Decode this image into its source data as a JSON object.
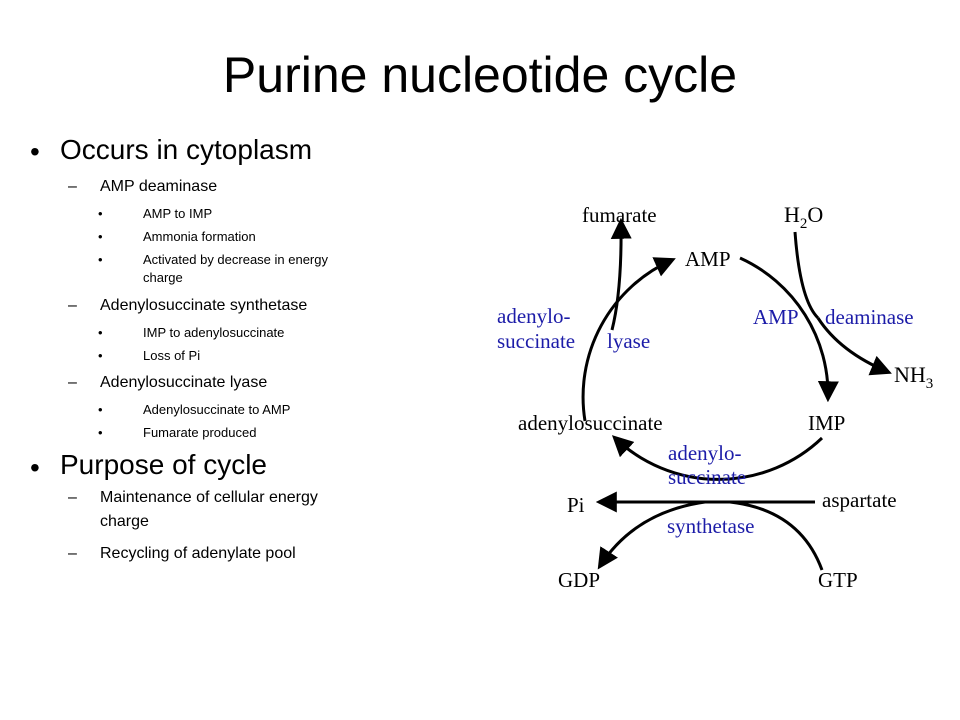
{
  "slide": {
    "title": "Purine nucleotide cycle",
    "bullet_char": "•",
    "dash_char": "–",
    "sections": [
      {
        "label": "Occurs in cytoplasm",
        "items": [
          {
            "label": "AMP deaminase",
            "subitems": [
              "AMP to IMP",
              "Ammonia formation",
              "Activated by decrease in energy",
              "charge"
            ]
          },
          {
            "label": "Adenylosuccinate synthetase",
            "subitems": [
              "IMP to adenylosuccinate",
              "Loss of Pi"
            ]
          },
          {
            "label": "Adenylosuccinate lyase",
            "subitems": [
              "Adenylosuccinate to AMP",
              "Fumarate produced"
            ]
          }
        ]
      },
      {
        "label": "Purpose of cycle",
        "items": [
          {
            "label": "Maintenance of cellular energy",
            "label_cont": "charge"
          },
          {
            "label": "Recycling of adenylate pool"
          }
        ]
      }
    ]
  },
  "diagram": {
    "colors": {
      "black": "#000000",
      "enzyme": "#1c1ca8"
    },
    "metabolites": {
      "fumarate": "fumarate",
      "h2o_H": "H",
      "h2o_sub": "2",
      "h2o_O": "O",
      "amp": "AMP",
      "nh3_NH": "NH",
      "nh3_sub": "3",
      "imp": "IMP",
      "adenylosuccinate": "adenylosuccinate",
      "pi": "Pi",
      "aspartate": "aspartate",
      "gdp": "GDP",
      "gtp": "GTP"
    },
    "enzymes": {
      "lyase_line1": "adenylo-",
      "lyase_line2": "succinate",
      "lyase_word": "lyase",
      "deaminase_amp": "AMP",
      "deaminase_word": "deaminase",
      "synthetase_line1": "adenylo-",
      "synthetase_line2": "succinate",
      "synthetase_word": "synthetase"
    }
  }
}
